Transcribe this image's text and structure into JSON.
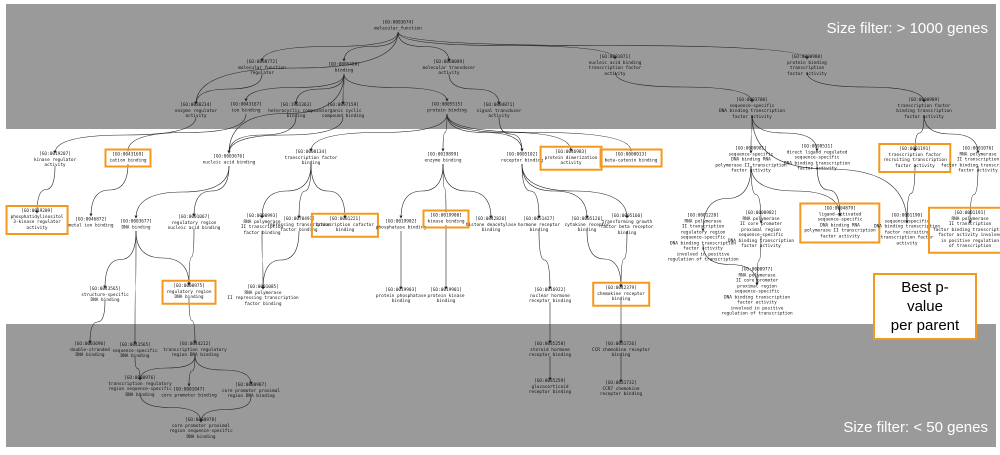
{
  "filters": {
    "top": "Size filter: > 1000 genes",
    "bottom": "Size filter: < 50 genes"
  },
  "legend": {
    "line1": "Best p-value",
    "line2": "per parent"
  },
  "colors": {
    "band": "#9a9a9a",
    "highlight": "#f39a1e",
    "edge": "#222222"
  },
  "nodes": [
    {
      "key": "mf",
      "id": "[GO:0003674]",
      "label": "molecular_function",
      "hl": false
    },
    {
      "key": "mfr",
      "id": "[GO:0098772]",
      "label": "molecular function\nregulator",
      "hl": false
    },
    {
      "key": "bind",
      "id": "[GO:0005488]",
      "label": "binding",
      "hl": false
    },
    {
      "key": "mta",
      "id": "[GO:0060089]",
      "label": "molecular transducer\nactivity",
      "hl": false
    },
    {
      "key": "nabtfa",
      "id": "[GO:0001071]",
      "label": "nucleic acid binding\ntranscription factor\nactivity",
      "hl": false
    },
    {
      "key": "pbtfa",
      "id": "[GO:0000988]",
      "label": "protein binding\ntranscription\nfactor activity",
      "hl": false
    },
    {
      "key": "enzreg",
      "id": "[GO:0030234]",
      "label": "enzyme regulator\nactivity",
      "hl": false
    },
    {
      "key": "ionb",
      "id": "[GO:0043167]",
      "label": "ion binding",
      "hl": false
    },
    {
      "key": "hetb",
      "id": "[GO:1901363]",
      "label": "heterocyclic compound\nbinding",
      "hl": false
    },
    {
      "key": "orgb",
      "id": "[GO:0097159]",
      "label": "organic cyclic\ncompound binding",
      "hl": false
    },
    {
      "key": "protb",
      "id": "[GO:0005515]",
      "label": "protein binding",
      "hl": false
    },
    {
      "key": "sta",
      "id": "[GO:0004871]",
      "label": "signal transducer\nactivity",
      "hl": false
    },
    {
      "key": "sstfa",
      "id": "[GO:0003700]",
      "label": "sequence-specific\nDNA binding transcription\nfactor activity",
      "hl": false
    },
    {
      "key": "tfbtfa",
      "id": "[GO:0000989]",
      "label": "transcription factor\nbinding transcription\nfactor activity",
      "hl": false
    },
    {
      "key": "kinreg",
      "id": "[GO:0019207]",
      "label": "kinase regulator\nactivity",
      "hl": false
    },
    {
      "key": "catb",
      "id": "[GO:0043169]",
      "label": "cation binding",
      "hl": true
    },
    {
      "key": "nab",
      "id": "[GO:0003676]",
      "label": "nucleic acid binding",
      "hl": false
    },
    {
      "key": "tfb",
      "id": "[GO:0008134]",
      "label": "transcription factor\nbinding",
      "hl": false
    },
    {
      "key": "enzb",
      "id": "[GO:0019899]",
      "label": "enzyme binding",
      "hl": false
    },
    {
      "key": "recb",
      "id": "[GO:0005102]",
      "label": "receptor binding",
      "hl": false
    },
    {
      "key": "pdim",
      "id": "[GO:0046983]",
      "label": "protein dimerization\nactivity",
      "hl": true
    },
    {
      "key": "betacat",
      "id": "[GO:0008013]",
      "label": "beta-catenin binding",
      "hl": true
    },
    {
      "key": "rnap2ss",
      "id": "[GO:0000981]",
      "label": "sequence-specific\nDNA binding RNA\npolymerase II transcription\nfactor activity",
      "hl": false
    },
    {
      "key": "ligact",
      "id": "[GO:0098531]",
      "label": "direct ligand regulated\nsequence-specific\nDNA binding transcription\nfactor activity",
      "hl": false
    },
    {
      "key": "trcoact",
      "id": "[GO:0001191]",
      "label": "transcription factor\nrecruiting transcription\nfactor activity",
      "hl": true
    },
    {
      "key": "rnap2tf",
      "id": "[GO:0001076]",
      "label": "RNA polymerase\nII transcription\nfactor binding transcription\nfactor activity",
      "hl": false
    },
    {
      "key": "pikin",
      "id": "[GO:0019209]",
      "label": "phosphatidylinositol\n3-kinase regulator\nactivity",
      "hl": true
    },
    {
      "key": "metb",
      "id": "[GO:0046872]",
      "label": "metal ion binding",
      "hl": false
    },
    {
      "key": "dnab",
      "id": "[GO:0003677]",
      "label": "DNA binding",
      "hl": false
    },
    {
      "key": "regnab",
      "id": "[GO:0001067]",
      "label": "regulatory region\nnucleic acid binding",
      "hl": false
    },
    {
      "key": "rnap2b",
      "id": "[GO:0000993]",
      "label": "RNA polymerase\nII transcription\nfactor binding",
      "hl": false
    },
    {
      "key": "reptfb",
      "id": "[GO:0070491]",
      "label": "repressing transcription\nfactor binding",
      "hl": false
    },
    {
      "key": "trcb",
      "id": "[GO:0001221]",
      "label": "transcription cofactor\nbinding",
      "hl": true
    },
    {
      "key": "phosb",
      "id": "[GO:0019902]",
      "label": "phosphatase binding",
      "hl": false
    },
    {
      "key": "kinb",
      "id": "[GO:0019900]",
      "label": "kinase binding",
      "hl": true
    },
    {
      "key": "hdacb",
      "id": "[GO:0042826]",
      "label": "histone deacetylase\nbinding",
      "hl": false
    },
    {
      "key": "horrb",
      "id": "[GO:0051427]",
      "label": "hormone receptor\nbinding",
      "hl": false
    },
    {
      "key": "cytrb",
      "id": "[GO:0005126]",
      "label": "cytokine receptor\nbinding",
      "hl": false
    },
    {
      "key": "tcrb",
      "id": "[GO:0005160]",
      "label": "transforming growth\nfactor beta receptor\nbinding",
      "hl": false
    },
    {
      "key": "rnap2core",
      "id": "[GO:0001228]",
      "label": "RNA polymerase\nII transcription\nregulatory region\nsequence-specific\nDNA binding transcription\nfactor activity\ninvolved in positive\nregulation of transcription",
      "hl": false
    },
    {
      "key": "rnap2coreprox",
      "id": "[GO:0000982]",
      "label": "RNA polymerase\nII core promoter\nproximal region\nsequence-specific\nDNA binding transcription\nfactor activity",
      "hl": false
    },
    {
      "key": "ligseq",
      "id": "[GO:0004879]",
      "label": "ligand-activated\nsequence-specific\nDNA binding RNA\npolymerase II transcription\nfactor activity",
      "hl": true
    },
    {
      "key": "seqrec",
      "id": "[GO:0001190]",
      "label": "sequence-specific\nDNA binding transcription\nfactor recruiting\ntranscription factor\nactivity",
      "hl": false
    },
    {
      "key": "rnap2pos",
      "id": "[GO:0001191]",
      "label": "RNA polymerase\nII transcription\nfactor binding transcription\nfactor activity involved\nin positive regulation\nof transcription",
      "hl": true
    },
    {
      "key": "sssdna",
      "id": "[GO:0043565]",
      "label": "structure-specific\nDNA binding",
      "hl": false
    },
    {
      "key": "regdna",
      "id": "[GO:0000975]",
      "label": "regulatory region\nDNA binding",
      "hl": true
    },
    {
      "key": "rnap2ii",
      "id": "[GO:0001085]",
      "label": "RNA polymerase\nII repressing transcription\nfactor binding",
      "hl": false
    },
    {
      "key": "protphos",
      "id": "[GO:0019903]",
      "label": "protein phosphatase\nbinding",
      "hl": false
    },
    {
      "key": "protkin",
      "id": "[GO:0019901]",
      "label": "protein kinase\nbinding",
      "hl": false
    },
    {
      "key": "nucrec",
      "id": "[GO:0016922]",
      "label": "nuclear hormone\nreceptor binding",
      "hl": false
    },
    {
      "key": "chemrec",
      "id": "[GO:0042379]",
      "label": "chemokine receptor\nbinding",
      "hl": true
    },
    {
      "key": "rnap2pr",
      "id": "[GO:0000977]",
      "label": "RNA polymerase\nII core promoter\nproximal region\nsequence-specific\nDNA binding transcription\nfactor activity\ninvolved in positive\nregulation of transcription",
      "hl": false
    },
    {
      "key": "dsdna",
      "id": "[GO:0003690]",
      "label": "double-stranded\nDNA binding",
      "hl": false
    },
    {
      "key": "seqdna",
      "id": "[GO:0043565]",
      "label": "sequence-specific\nDNA binding",
      "hl": false
    },
    {
      "key": "trrdna",
      "id": "[GO:0044212]",
      "label": "transcription regulatory\nregion DNA binding",
      "hl": false
    },
    {
      "key": "steroid",
      "id": "[GO:0035258]",
      "label": "steroid hormone\nreceptor binding",
      "hl": false
    },
    {
      "key": "ccr",
      "id": "[GO:0031726]",
      "label": "CCR chemokine receptor\nbinding",
      "hl": false
    },
    {
      "key": "trsdna",
      "id": "[GO:0000976]",
      "label": "transcription regulatory\nregion sequence-specific\nDNA binding",
      "hl": false
    },
    {
      "key": "corepb",
      "id": "[GO:0001047]",
      "label": "core promoter binding",
      "hl": false
    },
    {
      "key": "coreprox",
      "id": "[GO:0000987]",
      "label": "core promoter proximal\nregion DNA binding",
      "hl": false
    },
    {
      "key": "gluc",
      "id": "[GO:0035259]",
      "label": "glucocorticoid\nreceptor binding",
      "hl": false
    },
    {
      "key": "ccr7",
      "id": "[GO:0031732]",
      "label": "CCR7 chemokine\nreceptor binding",
      "hl": false
    },
    {
      "key": "cpseq",
      "id": "[GO:0000978]",
      "label": "core promoter proximal\nregion sequence-specific\nDNA binding",
      "hl": false
    }
  ]
}
